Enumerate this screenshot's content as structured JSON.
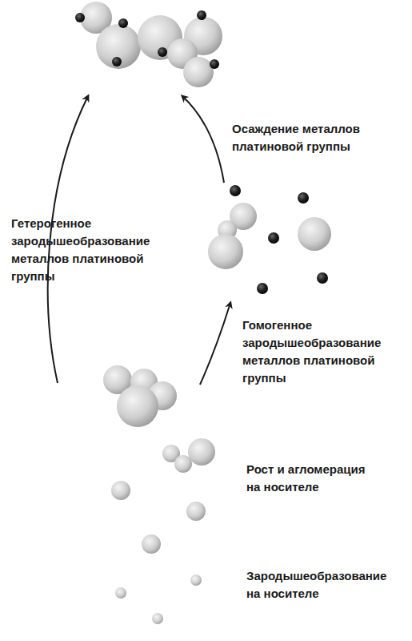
{
  "diagram": {
    "labels": [
      "Осаждение металлов платиновой группы",
      "Гетерогенное зародышеобразование металлов платиновой группы",
      "Гомогенное зародышеобразование металлов платиновой группы",
      "Рост и агломерация на носителе",
      "Зародышеобразование на носителе"
    ]
  }
}
